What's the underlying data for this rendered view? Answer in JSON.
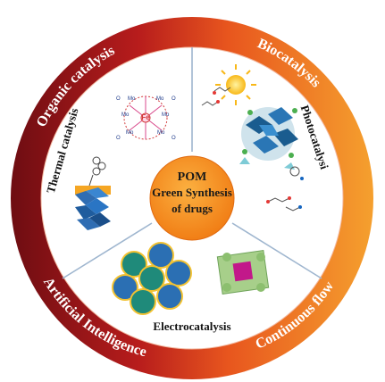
{
  "colors": {
    "ring_dark": "#7a0f14",
    "ring_red": "#c62828",
    "ring_orange": "#f28c28",
    "center_fill": "#f7941d",
    "divider": "#9fb6cf"
  },
  "center": {
    "line1": "POM",
    "line2": "Green Synthesis",
    "line3": "of drugs"
  },
  "ring_labels": {
    "organic": "Organic catalysis",
    "biocatalysis": "Biocatalysis",
    "artificial": "Artificial Intelligence",
    "continuous": "Continuous flow"
  },
  "sectors": {
    "thermal": "Thermal catalysis",
    "photo": "Photocatalysi",
    "electro": "Electrocatalysis"
  },
  "structure_atoms": {
    "metal": "Mo",
    "center_atom": "Fe",
    "oxygen": "O"
  }
}
